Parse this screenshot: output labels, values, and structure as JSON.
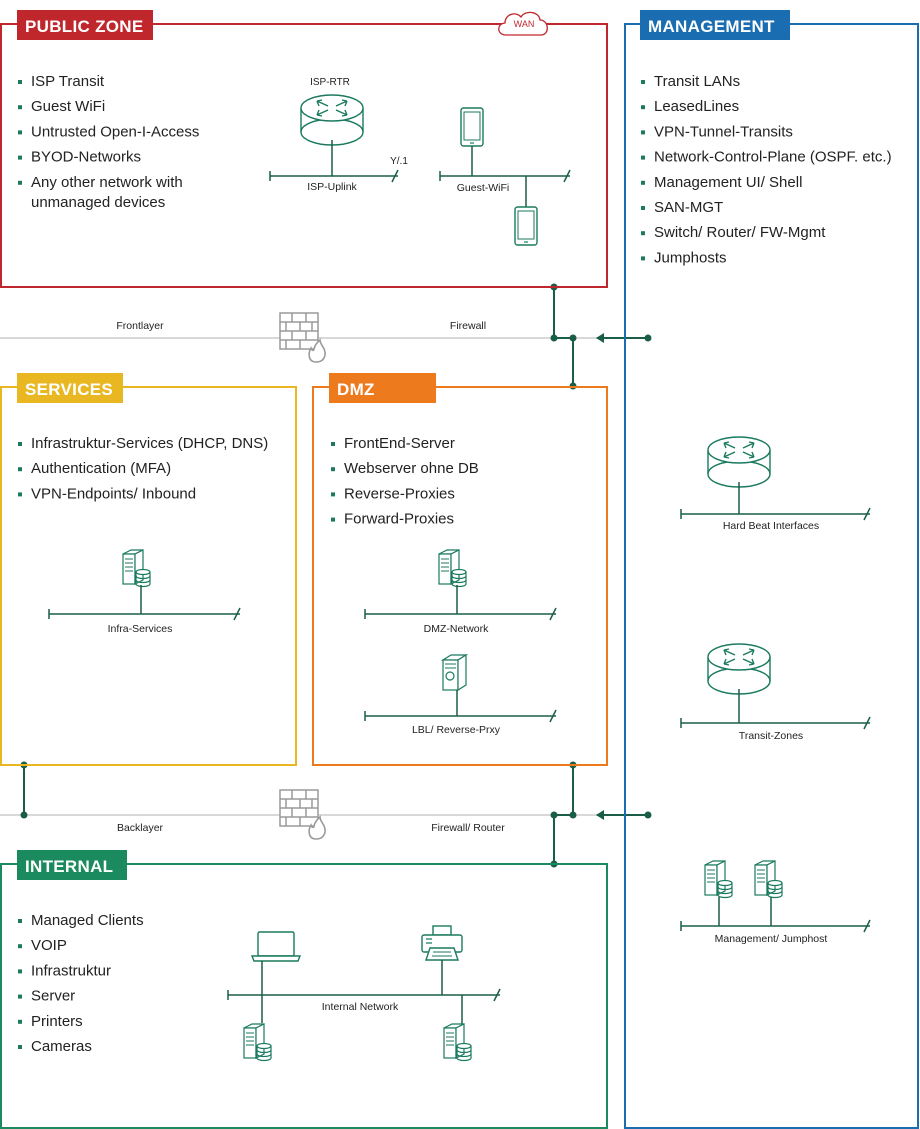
{
  "colors": {
    "public": "#c0272d",
    "management": "#1a6db0",
    "services": "#e8b722",
    "dmz": "#ee7a1e",
    "internal": "#1b8a5f",
    "icon": "#1b7a5f",
    "line": "#1b5e48",
    "layer_line": "#d8d8d8"
  },
  "zones": {
    "public": {
      "title": "PUBLIC ZONE",
      "wan_badge": "WAN",
      "items": [
        "ISP Transit",
        "Guest WiFi",
        "Untrusted Open-I-Access",
        "BYOD-Networks",
        "Any other network with",
        "unmanaged devices"
      ]
    },
    "management": {
      "title": "MANAGEMENT",
      "items": [
        "Transit LANs",
        "LeasedLines",
        "VPN-Tunnel-Transits",
        "Network-Control-Plane (OSPF. etc.)",
        "Management UI/ Shell",
        "SAN-MGT",
        "Switch/ Router/ FW-Mgmt",
        "Jumphosts"
      ]
    },
    "services": {
      "title": "SERVICES",
      "items": [
        "Infrastruktur-Services (DHCP, DNS)",
        "Authentication (MFA)",
        "VPN-Endpoints/ Inbound"
      ]
    },
    "dmz": {
      "title": "DMZ",
      "items": [
        "FrontEnd-Server",
        "Webserver ohne DB",
        "Reverse-Proxies",
        "Forward-Proxies"
      ]
    },
    "internal": {
      "title": "INTERNAL",
      "items": [
        "Managed Clients",
        "VOIP",
        "Infrastruktur",
        "Server",
        "Printers",
        "Cameras"
      ]
    }
  },
  "networks": {
    "isp_rtr": "ISP-RTR",
    "isp_uplink": "ISP-Uplink",
    "isp_suffix": "Y/.1",
    "guest_wifi": "Guest-WiFi",
    "infra_services": "Infra-Services",
    "dmz_network": "DMZ-Network",
    "lbl_proxy": "LBL/ Reverse-Prxy",
    "hard_beat": "Hard Beat Interfaces",
    "transit_zones": "Transit-Zones",
    "mgmt_jumphost": "Management/ Jumphost",
    "internal_network": "Internal Network"
  },
  "layers": {
    "frontlayer": "Frontlayer",
    "firewall": "Firewall",
    "backlayer": "Backlayer",
    "firewall_router": "Firewall/ Router"
  },
  "icons": [
    "router-icon",
    "smartphone-icon",
    "server-icon",
    "firewall-icon",
    "laptop-icon",
    "printer-icon",
    "cloud-icon"
  ]
}
